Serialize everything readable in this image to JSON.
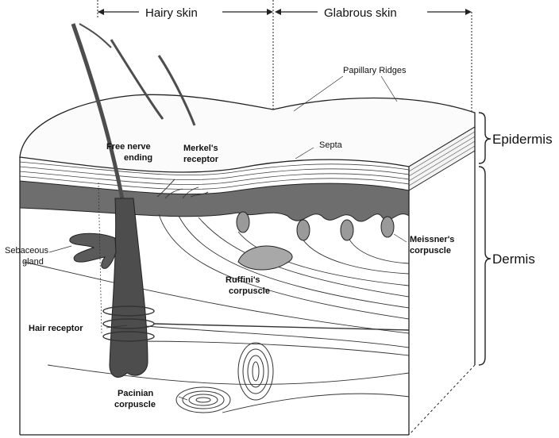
{
  "headers": {
    "hairy_skin": "Hairy skin",
    "glabrous_skin": "Glabrous skin"
  },
  "layers": {
    "epidermis": "Epidermis",
    "dermis": "Dermis"
  },
  "labels": {
    "papillary_ridges": "Papillary Ridges",
    "septa": "Septa",
    "free_nerve_ending_1": "Free nerve",
    "free_nerve_ending_2": "ending",
    "merkels_1": "Merkel's",
    "merkels_2": "receptor",
    "sebaceous_1": "Sebaceous",
    "sebaceous_2": "gland",
    "ruffini_1": "Ruffini's",
    "ruffini_2": "corpuscle",
    "meissner_1": "Meissner's",
    "meissner_2": "corpuscle",
    "hair_receptor": "Hair receptor",
    "pacinian_1": "Pacinian",
    "pacinian_2": "corpuscle"
  },
  "colors": {
    "line": "#222222",
    "dark_band": "#6e6e6e",
    "hair": "#4d4d4d",
    "ruffini": "#a8a8a8"
  }
}
